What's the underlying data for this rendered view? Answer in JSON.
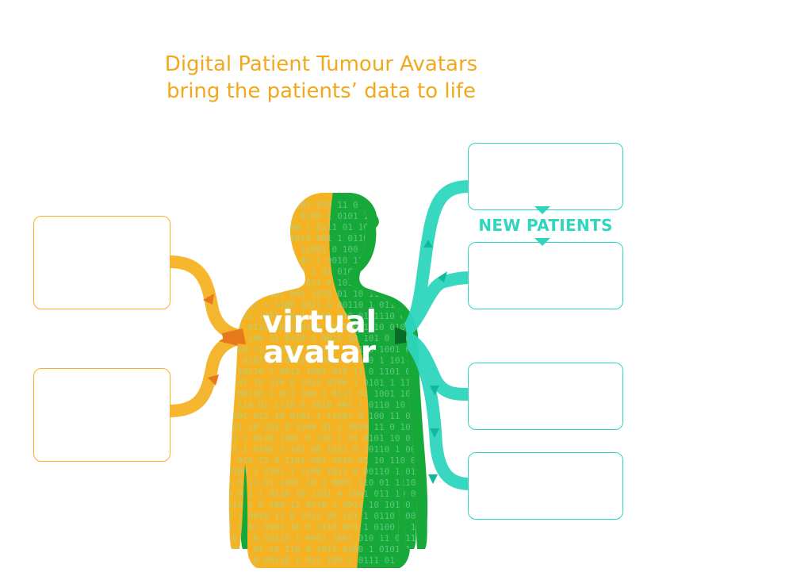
{
  "title": {
    "line1": "Digital Patient Tumour Avatars",
    "line2": "bring the patients’ data to life"
  },
  "avatar": {
    "label_line1": "virtual",
    "label_line2": "avatar",
    "binary_text": "0110 1 0011 1001 010 11 0 1101 001 1010 01 10 110 0 1011 0100 1 0101 1 1100 1011 0 00110 1 011 100 1 0111 01 1001 10 1 0001 110 01 1110 0 1010 001 1 0110 10 1101 0 1001 011 10 0101 1 11001 0 100 11 0110 1 0011 10 101 0 1100 01 1 0010 11 0 1011 00 101 1 0110 1001 0 110 1 01 0101 10 0 1110 001 1 0100 1 101 00 1011 0 1"
  },
  "labels": {
    "new_patients": "NEW PATIENTS"
  },
  "colors": {
    "orange": "#f5b324",
    "orange_dark": "#e8781c",
    "teal": "#2ed6bd",
    "green": "#17a83a",
    "green_dark": "#0b6b2a",
    "title": "#f2a81d"
  }
}
